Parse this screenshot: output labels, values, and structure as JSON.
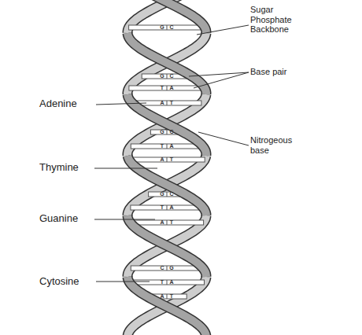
{
  "diagram": {
    "labels": [
      "Sugar Phosphate Backbone",
      "Base pair",
      "Adenine",
      "Nitrogeous base",
      "Thymine",
      "Guanine",
      "Cytosine",
      "G",
      "C",
      "G",
      "C",
      "T",
      "A",
      "A",
      "T",
      "G",
      "C",
      "T",
      "A",
      "A",
      "T",
      "G",
      "C",
      "T",
      "A",
      "A",
      "T",
      "C",
      "G",
      "T",
      "A",
      "A",
      "T"
    ]
  }
}
